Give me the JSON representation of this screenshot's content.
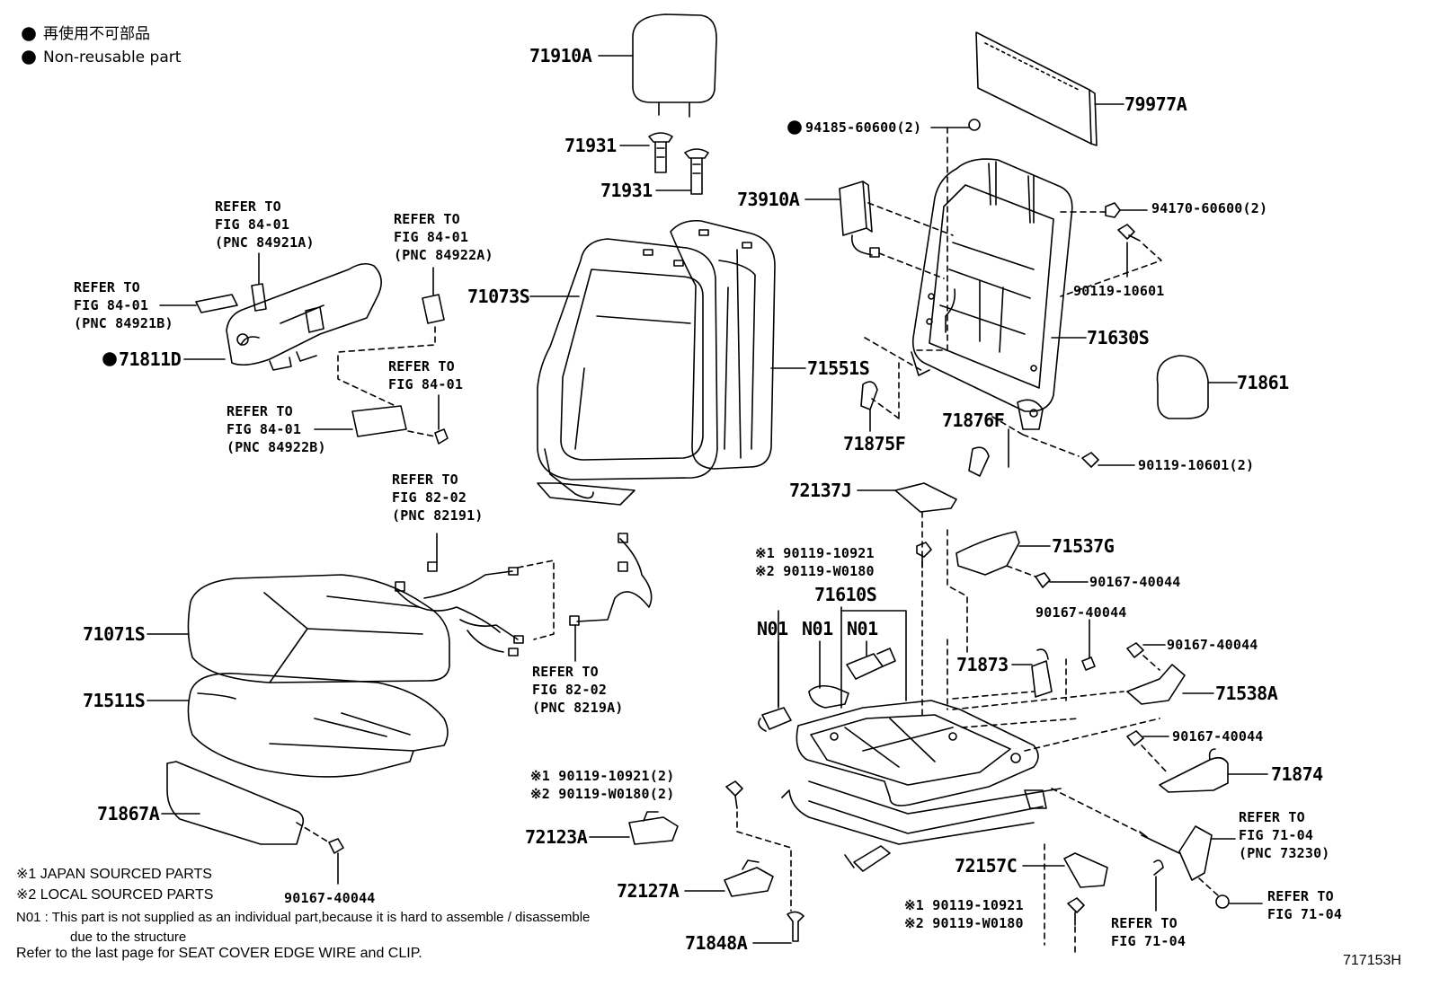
{
  "legend": {
    "dot_ja": "再使用不可部品",
    "dot_en": "Non-reusable part"
  },
  "parts": {
    "p71910A": "71910A",
    "p71931a": "71931",
    "p71931b": "71931",
    "p79977A": "79977A",
    "p94185": "94185-60600(2)",
    "p73910A": "73910A",
    "p94170": "94170-60600(2)",
    "p90119_10601": "90119-10601",
    "p71630S": "71630S",
    "p71861": "71861",
    "p71876F": "71876F",
    "p90119_10601_2": "90119-10601(2)",
    "p71875F": "71875F",
    "p72137J": "72137J",
    "p71537G": "71537G",
    "p90167_40044a": "90167-40044",
    "p90167_40044b": "90167-40044",
    "p90167_40044c": "90167-40044",
    "p90167_40044d": "90167-40044",
    "p90167_40044e": "90167-40044",
    "p71538A": "71538A",
    "p71874": "71874",
    "p71873": "71873",
    "p71073S": "71073S",
    "p71551S": "71551S",
    "p71811D": "71811D",
    "p71610S": "71610S",
    "pN01a": "N01",
    "pN01b": "N01",
    "pN01c": "N01",
    "p71071S": "71071S",
    "p71511S": "71511S",
    "p71867A": "71867A",
    "p72123A": "72123A",
    "p72127A": "72127A",
    "p72157C": "72157C",
    "p71848A": "71848A",
    "mark1_10921": "※1 90119-10921",
    "mark2_W0180": "※2 90119-W0180",
    "mark1_10921_2": "※1 90119-10921(2)",
    "mark2_W0180_2": "※2 90119-W0180(2)",
    "mark1_10921_b": "※1 90119-10921",
    "mark2_W0180_b": "※2 90119-W0180"
  },
  "refs": {
    "r84921A": "REFER TO\nFIG 84-01\n(PNC 84921A)",
    "r84922A": "REFER TO\nFIG 84-01\n(PNC 84922A)",
    "r84921B": "REFER TO\nFIG 84-01\n(PNC 84921B)",
    "r84_01": "REFER TO\nFIG 84-01",
    "r84922B": "REFER TO\nFIG 84-01\n(PNC 84922B)",
    "r82191": "REFER TO\nFIG 82-02\n(PNC 82191)",
    "r8219A": "REFER TO\nFIG 82-02\n(PNC 8219A)",
    "r73230": "REFER TO\nFIG 71-04\n(PNC 73230)",
    "r71_04a": "REFER TO\nFIG 71-04",
    "r71_04b": "REFER TO\nFIG 71-04"
  },
  "notes": {
    "n1": "※1 JAPAN SOURCED PARTS",
    "n2": "※2 LOCAL SOURCED PARTS",
    "n3": "N01 : This part is not supplied as an individual part,because it is hard to assemble / disassemble",
    "n4": "due to the structure",
    "n5": "Refer to the last page for SEAT COVER EDGE WIRE and CLIP."
  },
  "figure_code": "717153H"
}
